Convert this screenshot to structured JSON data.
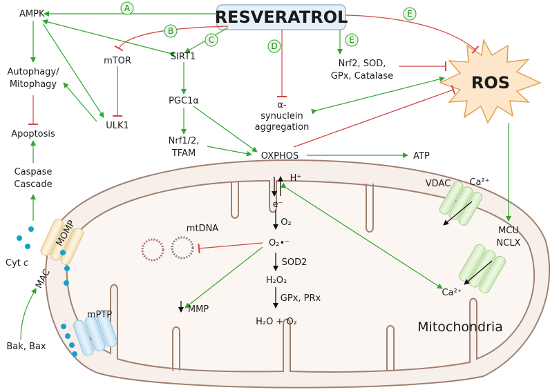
{
  "resveratrol": "RESVERATROL",
  "ros": "ROS",
  "mitochondria": "Mitochondria",
  "circles": {
    "a": "A",
    "b": "B",
    "c": "C",
    "d": "D",
    "e1": "E",
    "e2": "E"
  },
  "nodes": {
    "ampk": "AMPK",
    "mtor": "mTOR",
    "sirt1": "SIRT1",
    "autophagy_1": "Autophagy/",
    "autophagy_2": "Mitophagy",
    "ulk1": "ULK1",
    "apoptosis": "Apoptosis",
    "caspase_1": "Caspase",
    "caspase_2": "Cascade",
    "pgc1a": "PGC1α",
    "nrf12_1": "Nrf1/2,",
    "nrf12_2": "TFAM",
    "oxphos": "OXPHOS",
    "atp": "ATP",
    "syn_1": "α-",
    "syn_2": "synuclein",
    "syn_3": "aggregation",
    "nrf2_1": "Nrf2, SOD,",
    "nrf2_2": "GPx, Catalase",
    "cytc": "Cyt",
    "cytc_italic": "c",
    "momp": "MOMP",
    "mac": "MAC",
    "bak": "Bak, Bax",
    "mptp": "mPTP",
    "mtdna": "mtDNA",
    "mmp": "MMP",
    "vdac": "VDAC",
    "ca_top": "Ca²⁺",
    "ca_bottom": "Ca²⁺",
    "mcu": "MCU",
    "nclx": "NCLX",
    "hplus": "H⁺",
    "electron": "e⁻",
    "o2": "O₂",
    "superoxide": "O₂•⁻",
    "sod2": "SOD2",
    "h2o2": "H₂O₂",
    "gpx_prx": "GPx, PRx",
    "h2o_o2": "H₂O + O₂"
  },
  "colors": {
    "activation": "#2fa52f",
    "inhibition": "#d04545",
    "membrane": "#a08070",
    "matrix": "#f6efea",
    "resveratrol_box": "#e6f0fa",
    "ros_star": "#fde6c9"
  }
}
